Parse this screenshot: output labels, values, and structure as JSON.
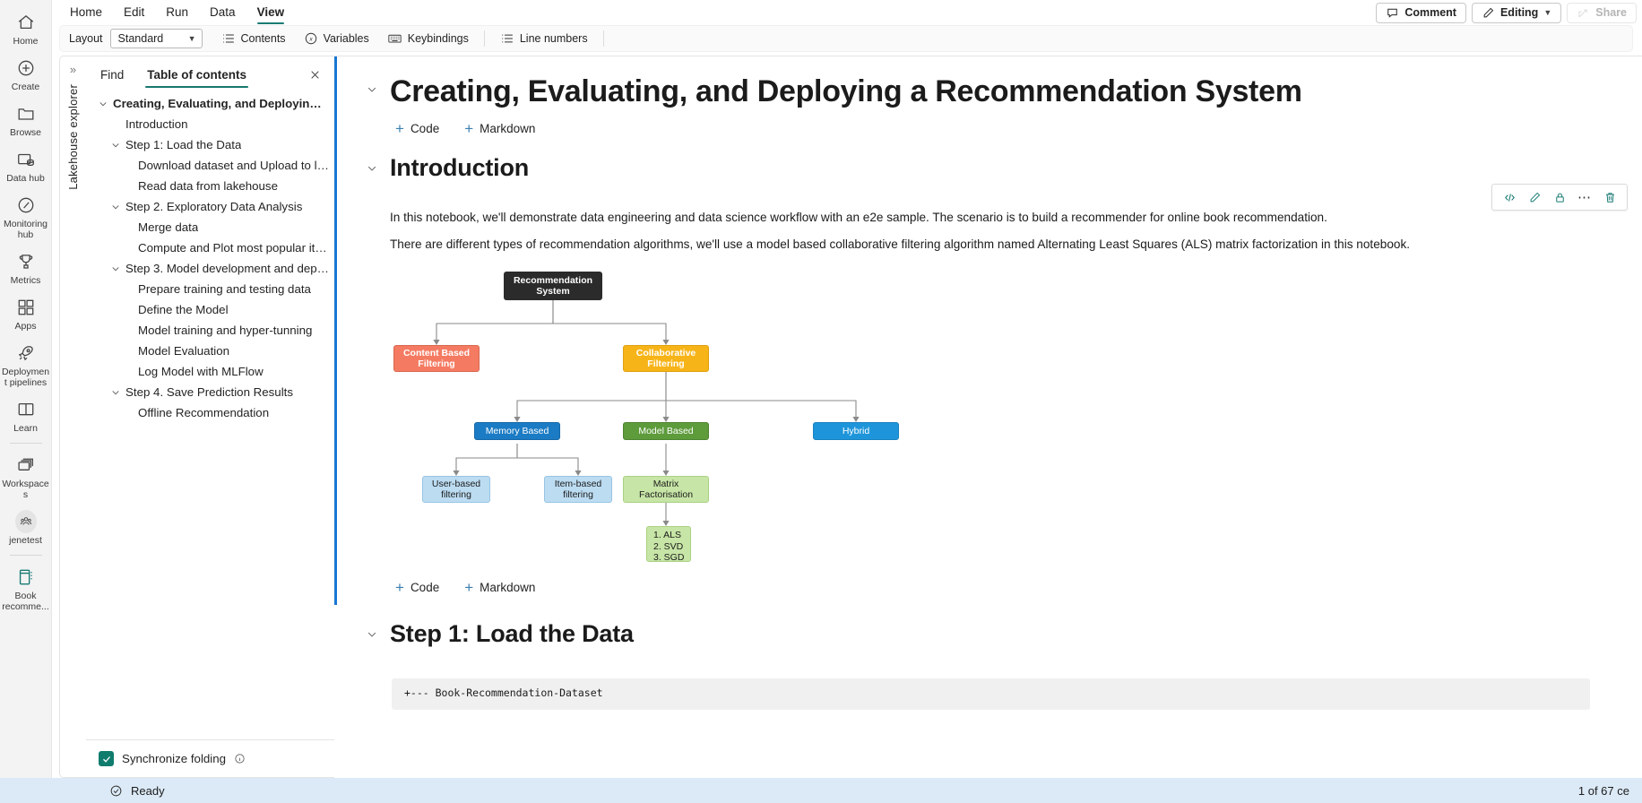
{
  "rail": {
    "items": [
      {
        "label": "Home",
        "icon": "home-icon"
      },
      {
        "label": "Create",
        "icon": "plus-circle-icon"
      },
      {
        "label": "Browse",
        "icon": "folder-icon"
      },
      {
        "label": "Data hub",
        "icon": "data-hub-icon"
      },
      {
        "label": "Monitoring hub",
        "icon": "compass-icon"
      },
      {
        "label": "Metrics",
        "icon": "trophy-icon"
      },
      {
        "label": "Apps",
        "icon": "apps-icon"
      },
      {
        "label": "Deployment pipelines",
        "icon": "rocket-icon"
      },
      {
        "label": "Learn",
        "icon": "book-open-icon"
      },
      {
        "label": "Workspaces",
        "icon": "workspaces-icon"
      },
      {
        "label": "jenetest",
        "icon": "people-avatar-icon"
      },
      {
        "label": "Book recomme...",
        "icon": "notebook-icon"
      }
    ]
  },
  "menubar": {
    "items": [
      {
        "label": "Home",
        "active": false
      },
      {
        "label": "Edit",
        "active": false
      },
      {
        "label": "Run",
        "active": false
      },
      {
        "label": "Data",
        "active": false
      },
      {
        "label": "View",
        "active": true
      }
    ],
    "comment_label": "Comment",
    "editing_label": "Editing",
    "share_label": "Share"
  },
  "ribbon": {
    "layout_label": "Layout",
    "layout_value": "Standard",
    "contents_label": "Contents",
    "variables_label": "Variables",
    "keybindings_label": "Keybindings",
    "line_numbers_label": "Line numbers"
  },
  "lakehouse": {
    "vertical_label": "Lakehouse explorer",
    "expand_icon": "chevron-double-right-icon"
  },
  "toc": {
    "tabs": [
      {
        "label": "Find",
        "active": false
      },
      {
        "label": "Table of contents",
        "active": true
      }
    ],
    "close_icon": "close-icon",
    "items": [
      {
        "label": "Creating, Evaluating, and Deployin…",
        "level": 0,
        "caret": true
      },
      {
        "label": "Introduction",
        "level": 1,
        "caret": false
      },
      {
        "label": "Step 1: Load the Data",
        "level": 1,
        "caret": true
      },
      {
        "label": "Download dataset and Upload to lakeh…",
        "level": 2,
        "caret": false
      },
      {
        "label": "Read data from lakehouse",
        "level": 2,
        "caret": false
      },
      {
        "label": "Step 2. Exploratory Data Analysis",
        "level": 1,
        "caret": true
      },
      {
        "label": "Merge data",
        "level": 2,
        "caret": false
      },
      {
        "label": "Compute and Plot most popular items",
        "level": 2,
        "caret": false
      },
      {
        "label": "Step 3. Model development and deploy",
        "level": 1,
        "caret": true
      },
      {
        "label": "Prepare training and testing data",
        "level": 2,
        "caret": false
      },
      {
        "label": "Define the Model",
        "level": 2,
        "caret": false
      },
      {
        "label": "Model training and hyper-tunning",
        "level": 2,
        "caret": false
      },
      {
        "label": "Model Evaluation",
        "level": 2,
        "caret": false
      },
      {
        "label": "Log Model with MLFlow",
        "level": 2,
        "caret": false
      },
      {
        "label": "Step 4. Save Prediction Results",
        "level": 1,
        "caret": true
      },
      {
        "label": "Offline Recommendation",
        "level": 2,
        "caret": false
      }
    ],
    "sync_folding_label": "Synchronize folding",
    "sync_folding_checked": true,
    "info_icon": "info-icon"
  },
  "notebook": {
    "title": "Creating, Evaluating, and Deploying a Recommendation System",
    "add_code_label": "Code",
    "add_markdown_label": "Markdown",
    "section_intro": "Introduction",
    "paragraph_1": "In this notebook, we'll demonstrate data engineering and data science workflow with an e2e sample. The scenario is to build a recommender for online book recommendation.",
    "paragraph_2": "There are different types of recommendation algorithms, we'll use a model based collaborative filtering algorithm named Alternating Least Squares (ALS) matrix factorization in this notebook.",
    "section_step1": "Step 1: Load the Data",
    "code_line_1": "+--- Book-Recommendation-Dataset",
    "cell_tools": [
      {
        "icon": "code-brackets-icon",
        "name": "toggle-code-view"
      },
      {
        "icon": "pencil-icon",
        "name": "edit-cell"
      },
      {
        "icon": "lock-icon",
        "name": "lock-cell"
      },
      {
        "icon": "ellipsis-icon",
        "name": "more-options"
      },
      {
        "icon": "trash-icon",
        "name": "delete-cell"
      }
    ]
  },
  "diagram": {
    "root": "Recommendation System",
    "content_based": "Content Based Filtering",
    "collaborative": "Collaborative Filtering",
    "memory_based": "Memory Based",
    "model_based": "Model Based",
    "hybrid": "Hybrid",
    "user_based": "User-based filtering",
    "item_based": "Item-based filtering",
    "matrix_factorisation": "Matrix Factorisation",
    "algorithms": [
      "1. ALS",
      "2. SVD",
      "3. SGD"
    ]
  },
  "statusbar": {
    "status_icon": "check-circle-icon",
    "status_text": "Ready",
    "cell_count": "1 of 67 ce"
  },
  "colors": {
    "accent_teal": "#16776e",
    "accent_blue": "#1877d2",
    "statusbar_bg": "#dceaf7",
    "node_root": "#2b2b2b",
    "node_content": "#f47b62",
    "node_collaborative": "#f7b418",
    "node_memory": "#1b7bc4",
    "node_model": "#5d9b3b",
    "node_hybrid": "#1e95da",
    "node_light_blue": "#bcdcf2",
    "node_light_green": "#c7e5a6"
  }
}
